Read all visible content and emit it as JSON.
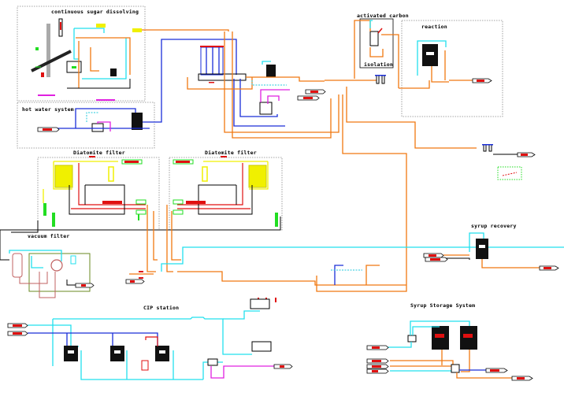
{
  "diagram": {
    "type": "process-flow-diagram",
    "subject": "sugar refining / syrup processing plant",
    "legend_colors": {
      "syrup_line": "#f07810",
      "hot_water_line": "#1a2ed8",
      "cip_water_line": "#22e0ee",
      "steam_line": "#e020e0",
      "filter_media_line": "#f0f000",
      "instrument_line": "#22dd22",
      "alarm_line": "#e01010",
      "equipment_outline": "#000000"
    }
  },
  "sections": {
    "sugar_dissolving": {
      "title": "continuous sugar dissolving"
    },
    "hot_water": {
      "title": "hot water system"
    },
    "activated_carbon": {
      "title": "activated carbon",
      "sub_label": "isolation"
    },
    "reaction": {
      "title": "reaction"
    },
    "diatomite_filter_left": {
      "title": "Diatomite filter"
    },
    "diatomite_filter_right": {
      "title": "Diatomite filter"
    },
    "vacuum_filter": {
      "title": "vacuum filter"
    },
    "syrup_recovery": {
      "title": "syrup recovery"
    },
    "cip_station": {
      "title": "CIP station"
    },
    "syrup_storage": {
      "title": "Syrup Storage System"
    }
  }
}
